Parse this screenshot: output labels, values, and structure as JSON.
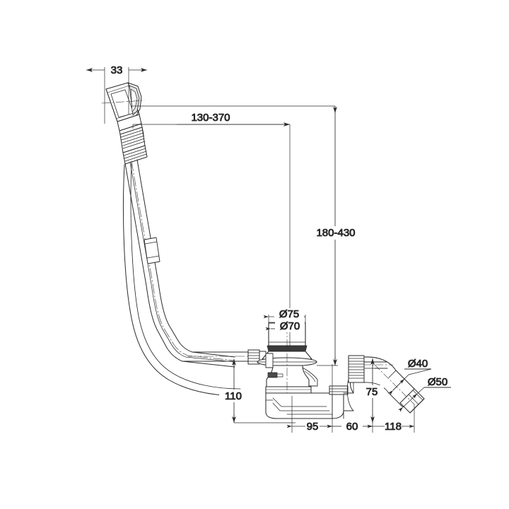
{
  "drawing": {
    "title": "Bath waste and overflow set — technical dimension drawing",
    "background_color": "#ffffff",
    "line_color": "#2b2b2b",
    "text_color": "#1a1a1a",
    "units": "mm",
    "projection": "side elevation"
  },
  "dimensions": {
    "overflow_plate_width": "33",
    "cable_length_range": "130-370",
    "overflow_height_range": "180-430",
    "plug_outer_diameter": "Ø75",
    "plug_inner_diameter": "Ø70",
    "trap_inlet_height": "110",
    "outlet_height": "75",
    "trap_length": "95",
    "elbow_length": "60",
    "outlet_pipe_length": "118",
    "outlet_pipe_diameter_small": "Ø40",
    "outlet_pipe_diameter_large": "Ø50"
  },
  "components": {
    "overflow_cover": "overflow cover plate with rotary control",
    "bowden_cable": "flexible bowden cable / overflow hose",
    "waste_body": "waste drain body with push-up plug",
    "plug": "pop-up waste plug",
    "trap": "space-saving siphon trap body",
    "outlet_elbow": "90 degree outlet elbow",
    "slip_nut": "corrugated slip nut",
    "outlet_pipe": "angled outlet pipe"
  }
}
